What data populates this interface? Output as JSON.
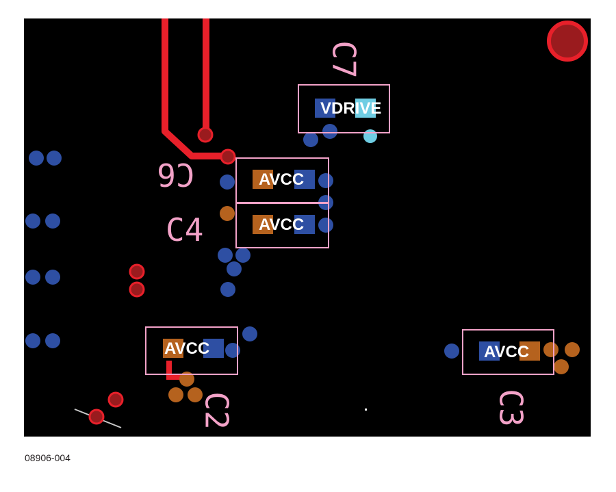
{
  "colors": {
    "background": "#000000",
    "trace_red": "#e8202a",
    "via_red_fill": "#9a1b1e",
    "pad_blue": "#2e4fa3",
    "pad_orange": "#b5621e",
    "pad_cyan": "#6fcde3",
    "silkscreen_pink": "#f3a2c8",
    "label_text": "#ffffff"
  },
  "labels": {
    "vdrive": "VDRIVE",
    "avcc_upper": "AVCC",
    "avcc_middle": "AVCC",
    "avcc_lower_left": "AVCC",
    "avcc_lower_right": "AVCC"
  },
  "refdes": {
    "c7": "C7",
    "c6": "C6",
    "c4": "C4",
    "c2": "C2",
    "c3": "C3"
  },
  "figure_id": "08906-004"
}
